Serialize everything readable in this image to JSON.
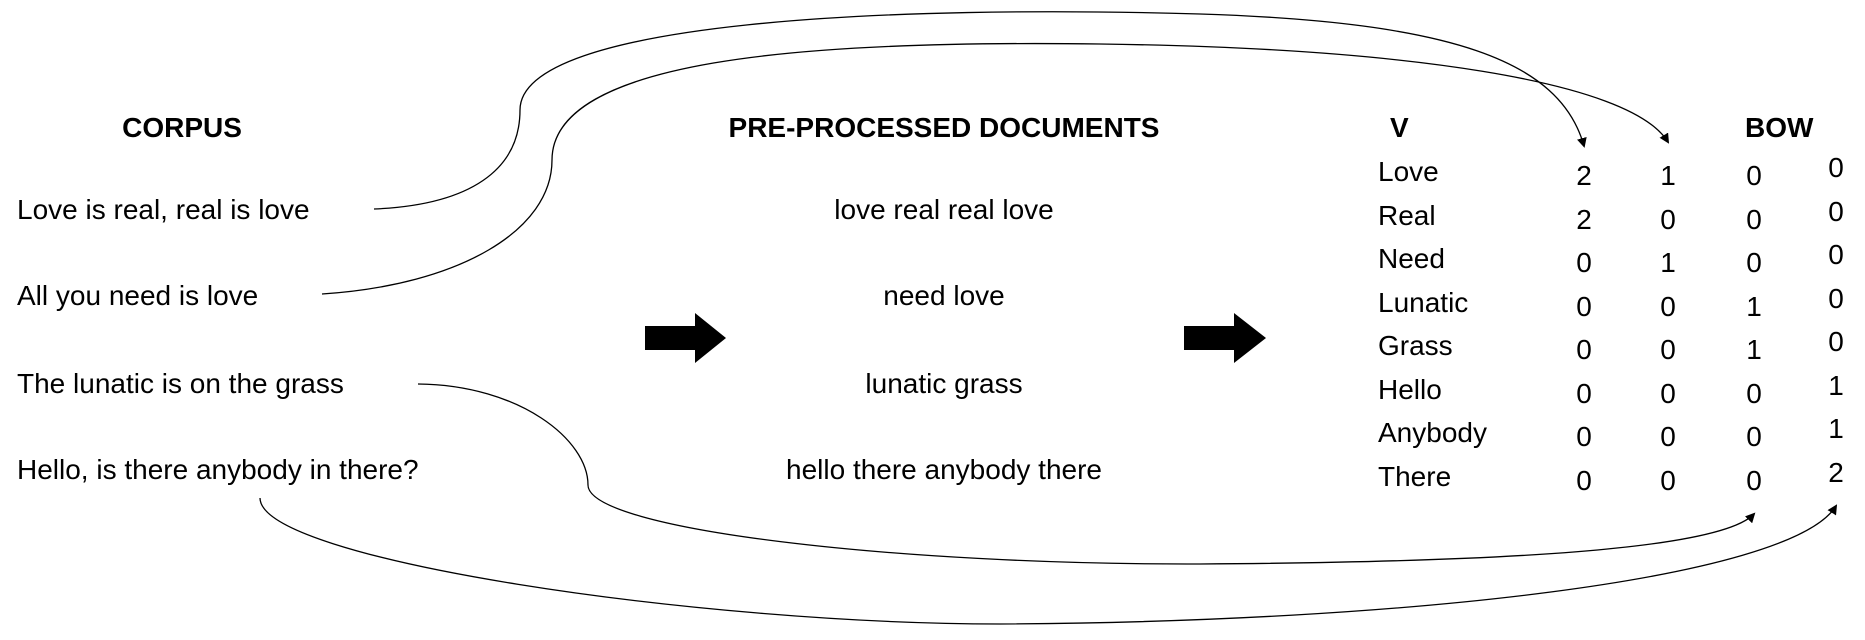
{
  "corpus": {
    "title": "CORPUS",
    "documents": [
      "Love is real, real is love",
      "All you need is love",
      "The lunatic is on the grass",
      "Hello, is there anybody in there?"
    ]
  },
  "preprocessed": {
    "title": "PRE-PROCESSED DOCUMENTS",
    "documents": [
      "love real real love",
      "need love",
      "lunatic grass",
      "hello there anybody there"
    ]
  },
  "vocabulary": {
    "title": "V",
    "words": [
      "Love",
      "Real",
      "Need",
      "Lunatic",
      "Grass",
      "Hello",
      "Anybody",
      "There"
    ]
  },
  "bow": {
    "title": "BOW",
    "columns": [
      [
        "2",
        "2",
        "0",
        "0",
        "0",
        "0",
        "0",
        "0"
      ],
      [
        "1",
        "0",
        "1",
        "0",
        "0",
        "0",
        "0",
        "0"
      ],
      [
        "0",
        "0",
        "0",
        "1",
        "1",
        "0",
        "0",
        "0"
      ],
      [
        "0",
        "0",
        "0",
        "0",
        "0",
        "1",
        "1",
        "2"
      ]
    ]
  }
}
